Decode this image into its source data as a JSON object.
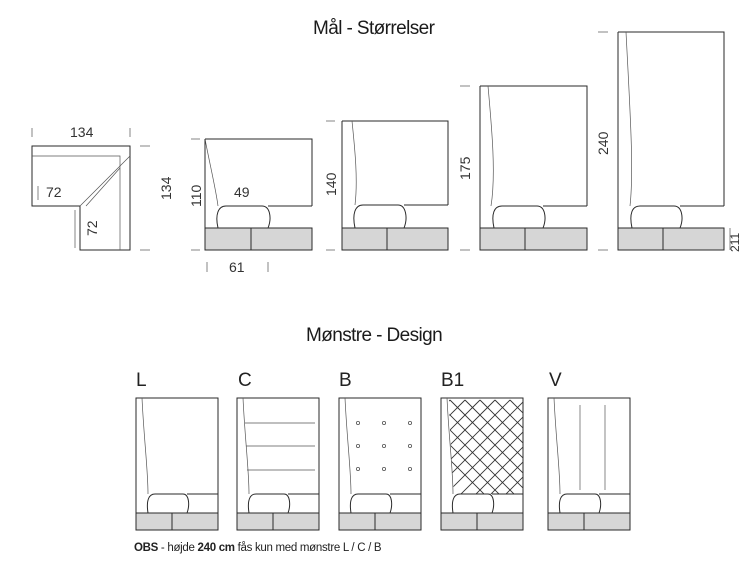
{
  "sizes_title": "Mål - Størrelser",
  "design_title": "Mønstre - Design",
  "corner_dims": {
    "width": "134",
    "depth": "134",
    "inner_w": "72",
    "inner_d": "72"
  },
  "side_dims": {
    "h110": "110",
    "seat": "49",
    "depth": "61",
    "h140": "140",
    "h175": "175",
    "h240": "240",
    "h211": "211"
  },
  "patterns": [
    {
      "label": "L"
    },
    {
      "label": "C"
    },
    {
      "label": "B"
    },
    {
      "label": "B1"
    },
    {
      "label": "V"
    }
  ],
  "note": {
    "prefix": "OBS",
    "text1": " - højde ",
    "highlight": "240 cm",
    "text2": " fås kun med mønstre L / C / B"
  }
}
